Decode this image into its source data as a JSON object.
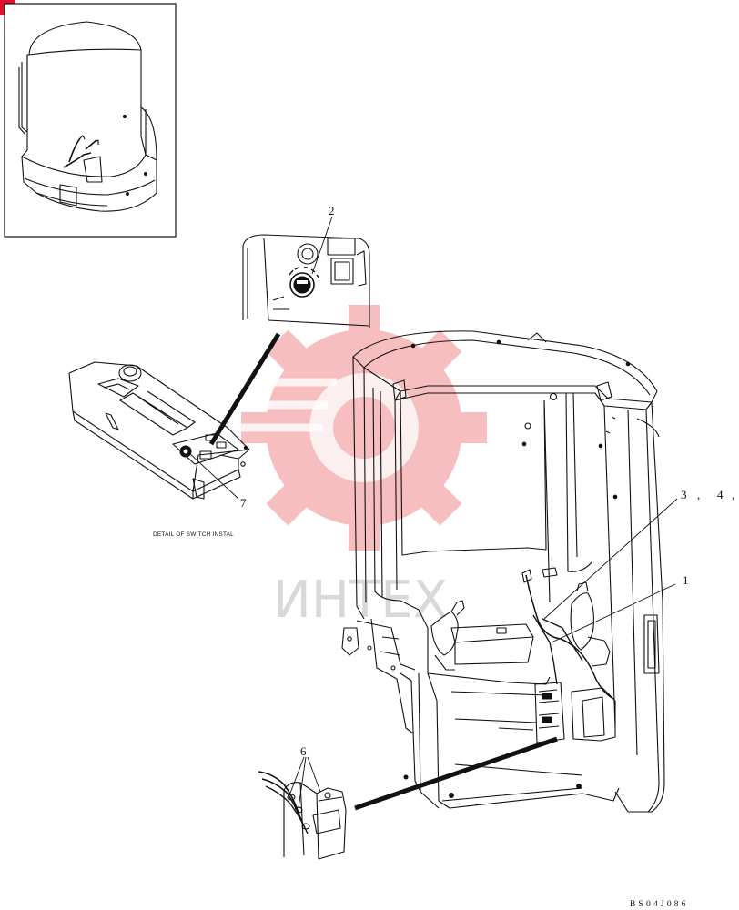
{
  "callouts": {
    "c1": "1",
    "c2": "2",
    "c3": "3",
    "c4": "4",
    "c6": "6",
    "c7": "7",
    "sep": ","
  },
  "captions": {
    "detail": "DETAIL OF SWITCH INSTAL"
  },
  "document_id": "BS04J086",
  "watermark": {
    "text": "ИНТЕХ",
    "color": "#e84a4a"
  },
  "colors": {
    "ink": "#111111",
    "corner_mark": "#e0152b",
    "watermark_gear": "#f08a8a"
  }
}
